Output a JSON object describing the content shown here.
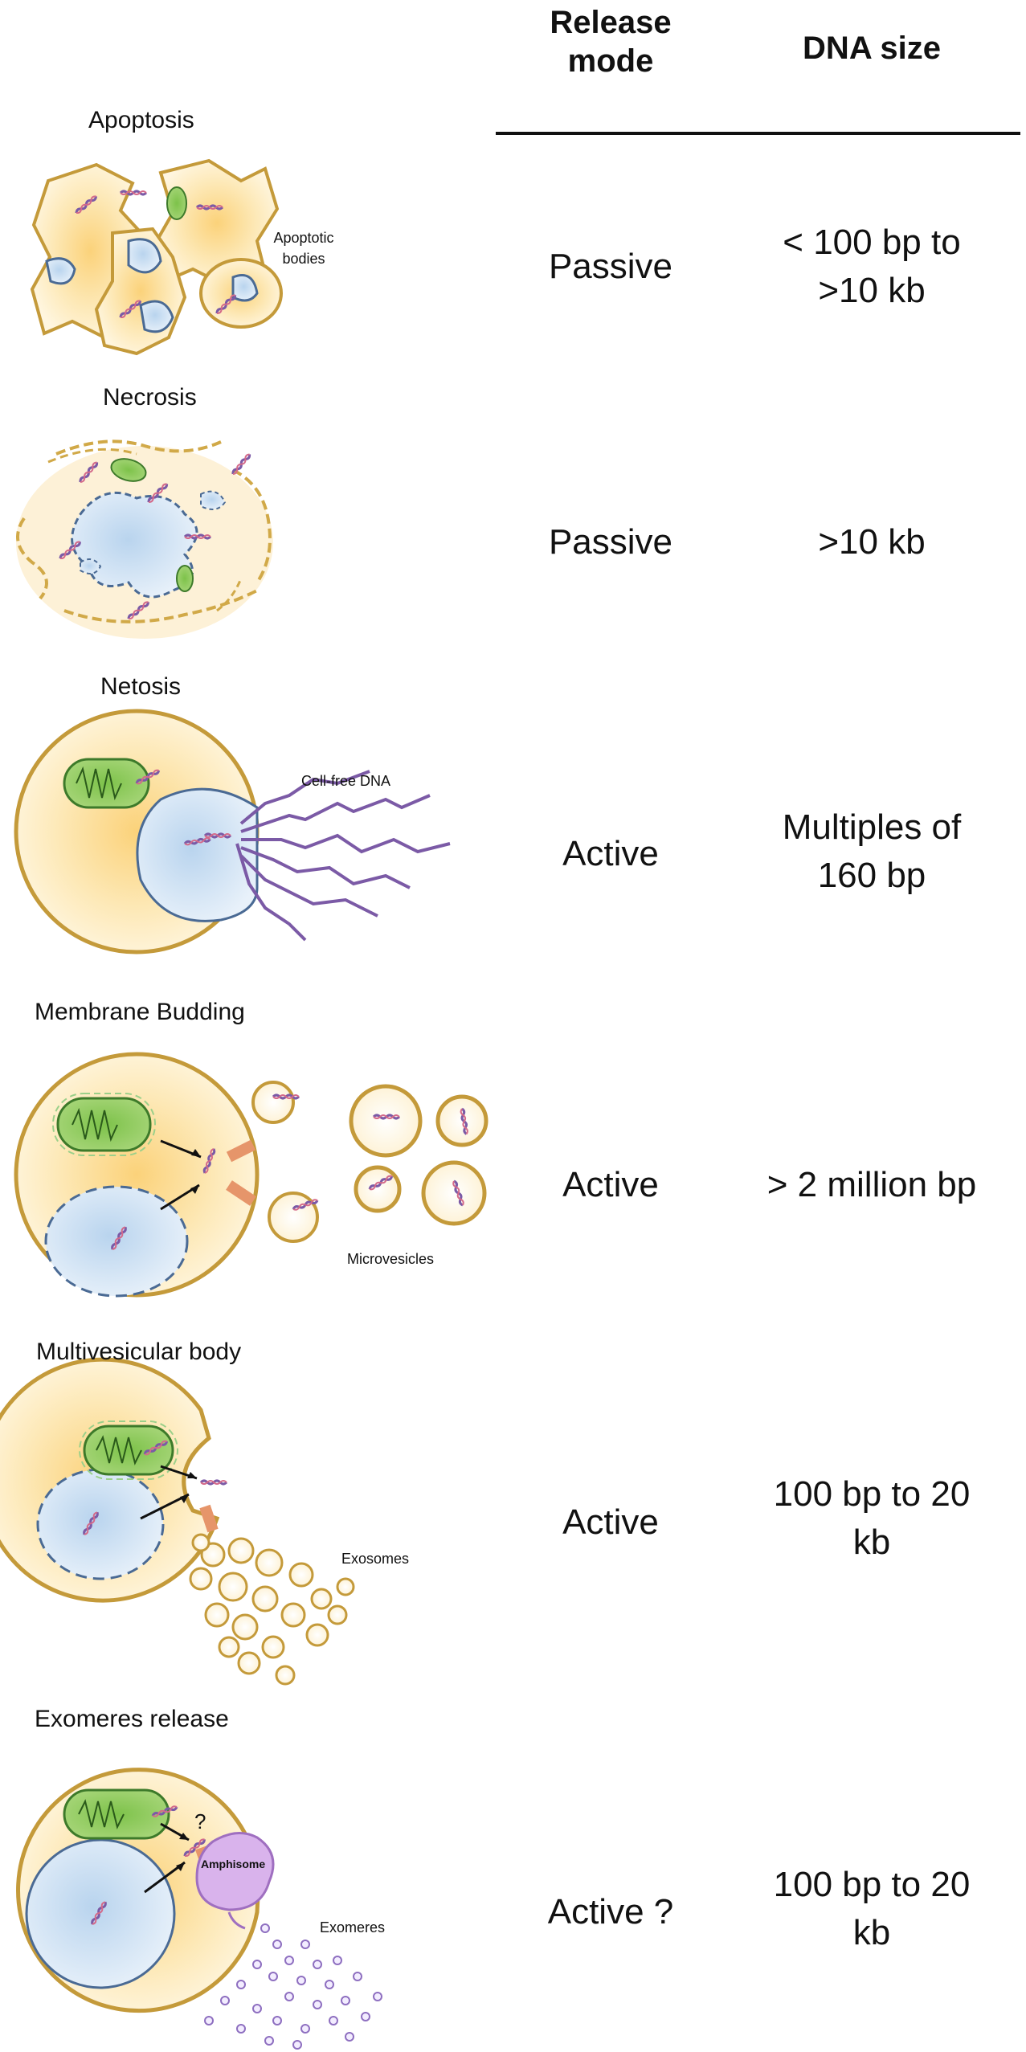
{
  "headers": {
    "release_mode": "Release\nmode",
    "dna_size": "DNA size"
  },
  "rows": [
    {
      "title": "Apoptosis",
      "note": "Apoptotic\nbodies",
      "release": "Passive",
      "size": "< 100 bp to\n>10 kb"
    },
    {
      "title": "Necrosis",
      "note": "",
      "release": "Passive",
      "size": ">10 kb"
    },
    {
      "title": "Netosis",
      "note": "Cell-free DNA",
      "release": "Active",
      "size": "Multiples of\n160 bp"
    },
    {
      "title": "Membrane Budding",
      "note": "Microvesicles",
      "release": "Active",
      "size": "> 2 million bp"
    },
    {
      "title": "Multivesicular body",
      "note": "Exosomes",
      "release": "Active",
      "size": "100 bp to 20\nkb"
    },
    {
      "title": "Exomeres release",
      "note": "Exomeres",
      "release": "Active ?",
      "size": "100 bp to 20\nkb"
    }
  ],
  "extra_labels": {
    "amphisome": "Amphisome",
    "question": "?"
  }
}
